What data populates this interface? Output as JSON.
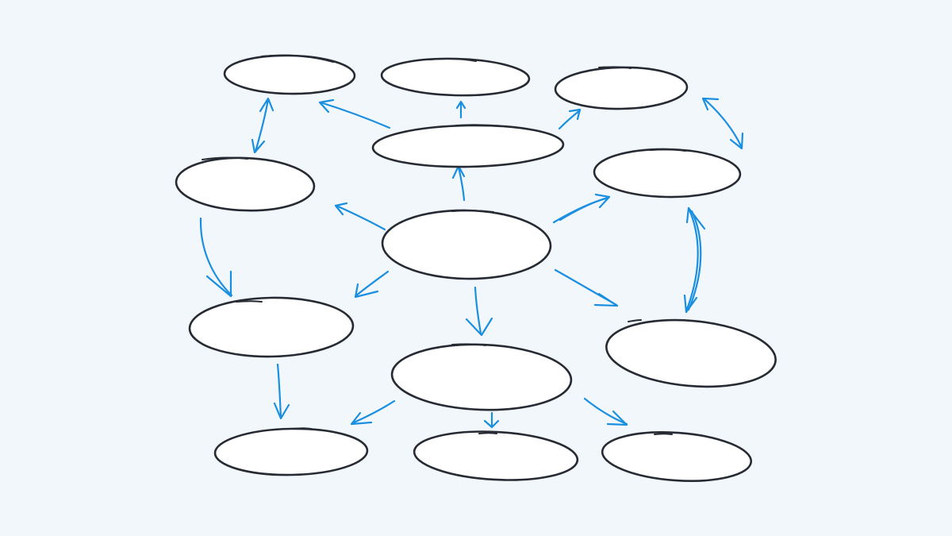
{
  "diagram": {
    "type": "concept-map",
    "node_count": 13,
    "edge_count": 17,
    "colors": {
      "background": "#f2f7fc",
      "node_fill": "#ffffff",
      "node_stroke": "#262b33",
      "arrow": "#1a8fe0"
    },
    "nodes": [
      {
        "id": "center",
        "label": ""
      },
      {
        "id": "top-mid",
        "label": ""
      },
      {
        "id": "top-left",
        "label": ""
      },
      {
        "id": "top-center",
        "label": ""
      },
      {
        "id": "top-right",
        "label": ""
      },
      {
        "id": "mid-left",
        "label": ""
      },
      {
        "id": "right-upper",
        "label": ""
      },
      {
        "id": "left-lower",
        "label": ""
      },
      {
        "id": "bottom-hub",
        "label": ""
      },
      {
        "id": "right-lower",
        "label": ""
      },
      {
        "id": "bottom-left",
        "label": ""
      },
      {
        "id": "bottom-mid",
        "label": ""
      },
      {
        "id": "bottom-right",
        "label": ""
      }
    ],
    "edges": [
      {
        "from": "center",
        "to": "top-mid",
        "bidirectional": false
      },
      {
        "from": "center",
        "to": "mid-left",
        "bidirectional": false
      },
      {
        "from": "center",
        "to": "right-upper",
        "bidirectional": false
      },
      {
        "from": "center",
        "to": "left-lower",
        "bidirectional": false
      },
      {
        "from": "center",
        "to": "bottom-hub",
        "bidirectional": false
      },
      {
        "from": "center",
        "to": "right-lower",
        "bidirectional": false
      },
      {
        "from": "top-mid",
        "to": "top-left",
        "bidirectional": false
      },
      {
        "from": "top-mid",
        "to": "top-center",
        "bidirectional": false
      },
      {
        "from": "top-mid",
        "to": "top-right",
        "bidirectional": false
      },
      {
        "from": "top-left",
        "to": "mid-left",
        "bidirectional": true
      },
      {
        "from": "top-right",
        "to": "right-upper",
        "bidirectional": true
      },
      {
        "from": "right-upper",
        "to": "right-lower",
        "bidirectional": true
      },
      {
        "from": "mid-left",
        "to": "left-lower",
        "bidirectional": false
      },
      {
        "from": "left-lower",
        "to": "bottom-left",
        "bidirectional": false
      },
      {
        "from": "bottom-hub",
        "to": "bottom-left",
        "bidirectional": false
      },
      {
        "from": "bottom-hub",
        "to": "bottom-mid",
        "bidirectional": false
      },
      {
        "from": "bottom-hub",
        "to": "bottom-right",
        "bidirectional": false
      }
    ]
  }
}
